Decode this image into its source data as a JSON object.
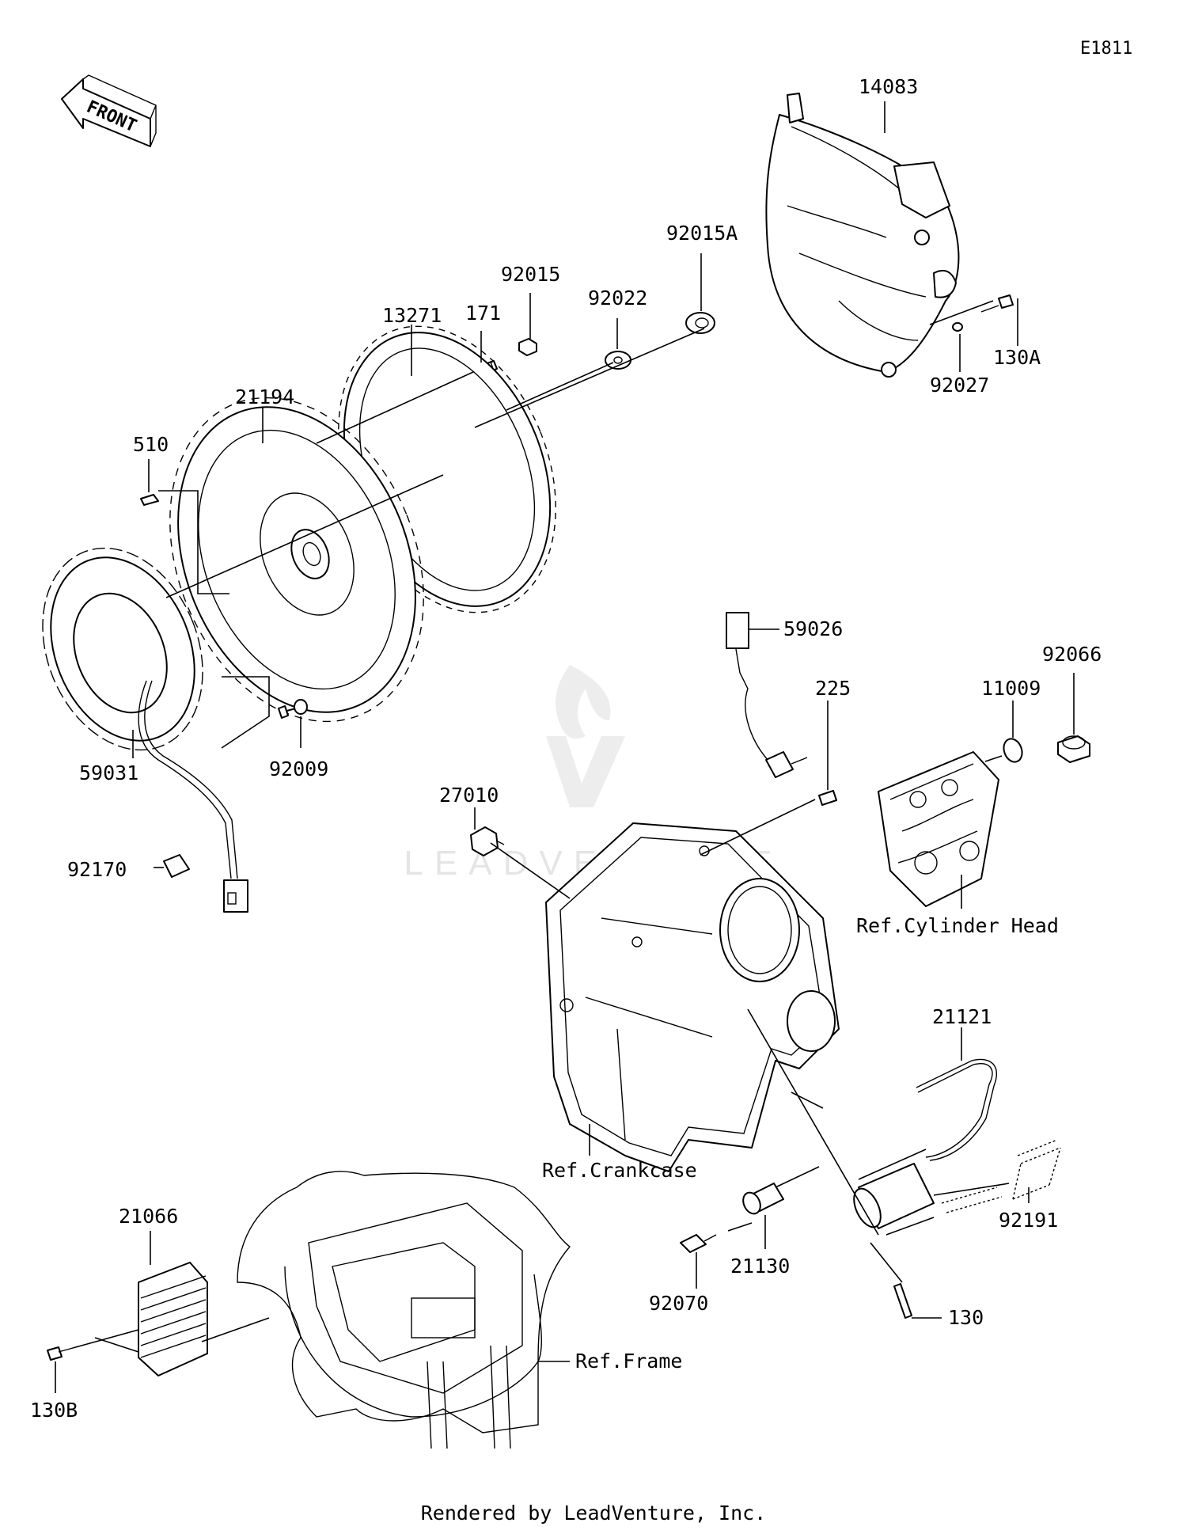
{
  "diagram": {
    "code": "E1811",
    "front_label": "FRONT",
    "watermark": "LEADVENTURE",
    "footer": "Rendered by LeadVenture, Inc.",
    "parts": [
      {
        "id": "14083"
      },
      {
        "id": "92015A"
      },
      {
        "id": "92015"
      },
      {
        "id": "92022"
      },
      {
        "id": "171"
      },
      {
        "id": "13271"
      },
      {
        "id": "21194"
      },
      {
        "id": "510"
      },
      {
        "id": "130A"
      },
      {
        "id": "92027"
      },
      {
        "id": "59031"
      },
      {
        "id": "92009"
      },
      {
        "id": "92170"
      },
      {
        "id": "59026"
      },
      {
        "id": "225"
      },
      {
        "id": "27010"
      },
      {
        "id": "92066"
      },
      {
        "id": "11009"
      },
      {
        "id": "21121"
      },
      {
        "id": "21130"
      },
      {
        "id": "92070"
      },
      {
        "id": "92191"
      },
      {
        "id": "130"
      },
      {
        "id": "21066"
      },
      {
        "id": "130B"
      }
    ],
    "references": [
      {
        "text": "Ref.Cylinder Head"
      },
      {
        "text": "Ref.Crankcase"
      },
      {
        "text": "Ref.Frame"
      }
    ]
  }
}
